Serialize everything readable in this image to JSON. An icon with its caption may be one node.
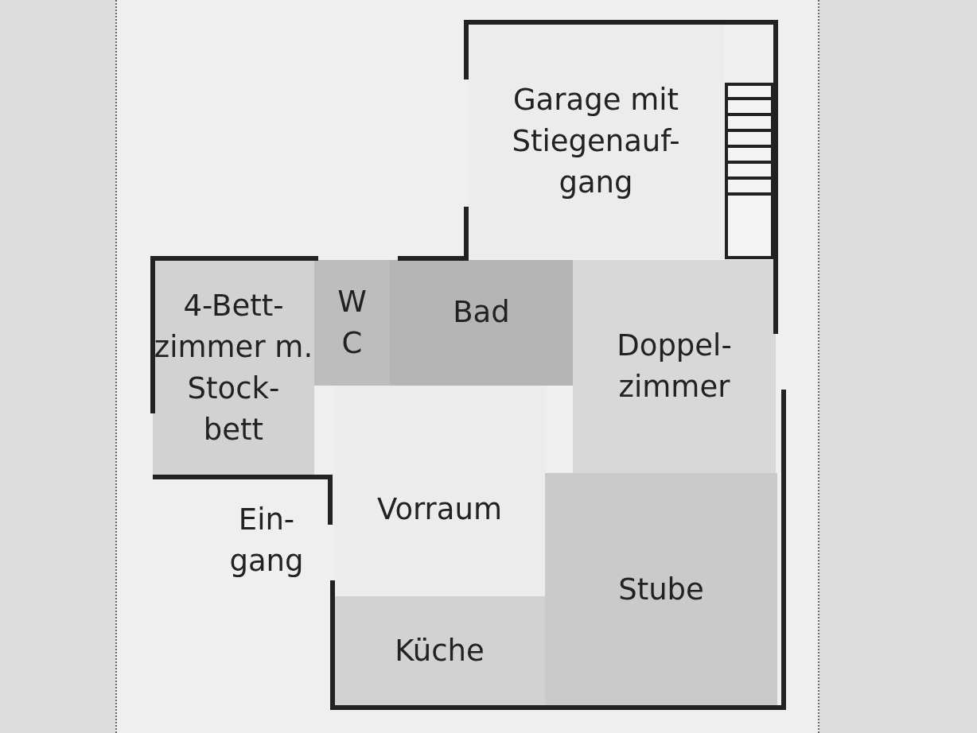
{
  "diagram": {
    "nodes": [
      {
        "text": [
          "Garage mit Stiegenauf- gang"
        ]
      },
      {
        "text": [
          "4-Bett- zimmer m. Stock- bett"
        ]
      },
      {
        "text": [
          "W C"
        ]
      },
      {
        "text": [
          "Bad"
        ]
      },
      {
        "text": [
          "Doppel- zimmer"
        ]
      },
      {
        "text": [
          "Vorraum"
        ]
      },
      {
        "text": [
          "Stube"
        ]
      },
      {
        "text": [
          "Küche"
        ]
      }
    ],
    "labels": [
      "Ein- gang"
    ]
  }
}
